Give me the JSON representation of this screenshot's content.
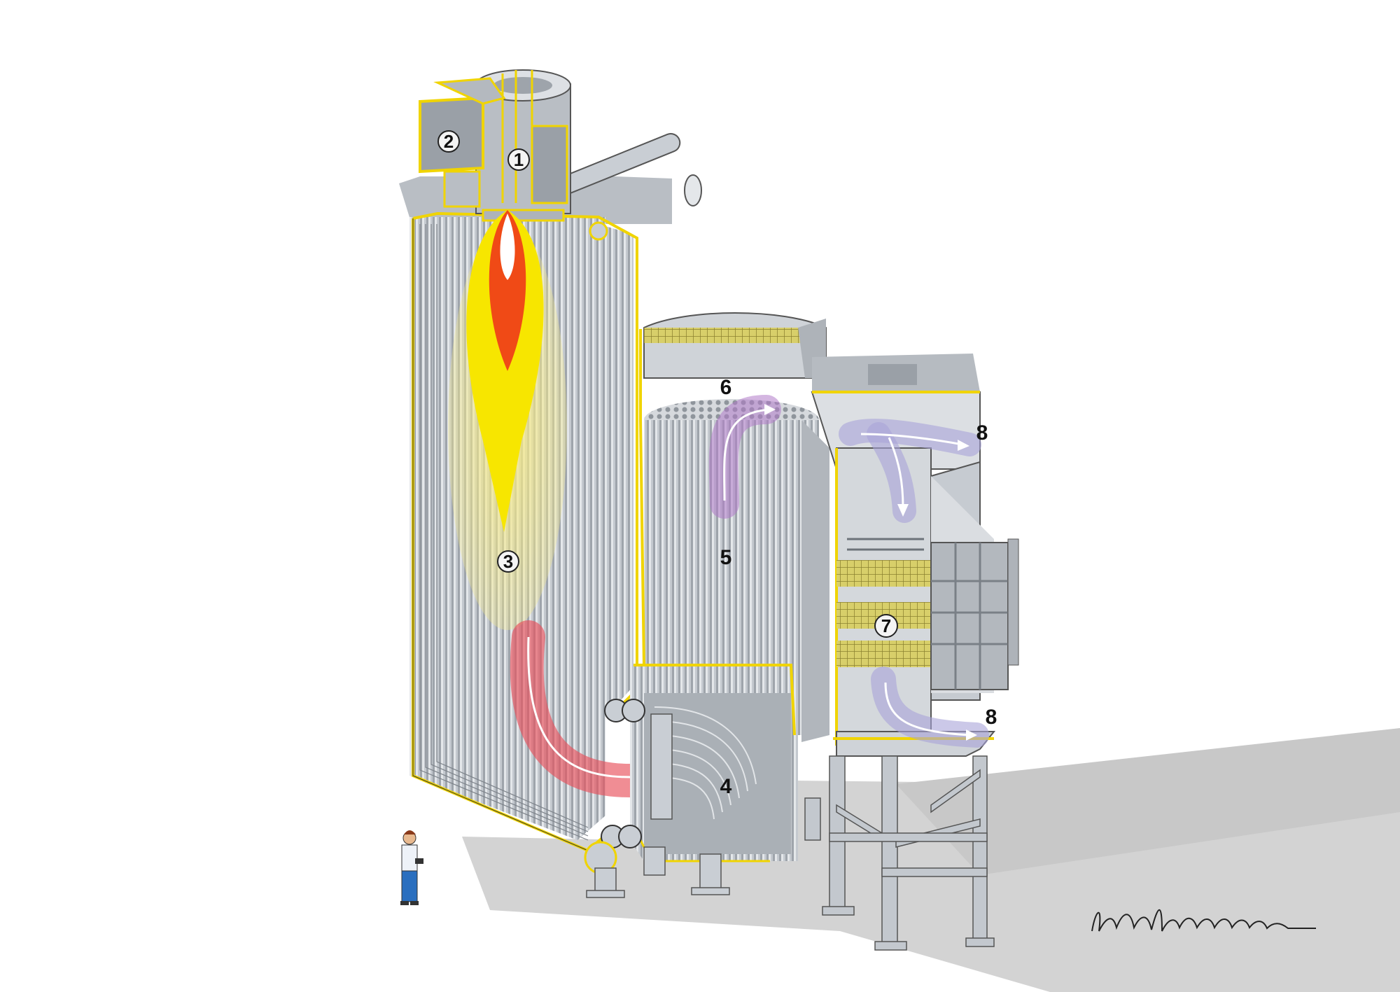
{
  "diagram": {
    "subject": "boiler-cutaway",
    "labels": [
      {
        "id": "1",
        "text": "1",
        "style": "circled"
      },
      {
        "id": "2",
        "text": "2",
        "style": "circled"
      },
      {
        "id": "3",
        "text": "3",
        "style": "circled"
      },
      {
        "id": "4",
        "text": "4",
        "style": "plain"
      },
      {
        "id": "5",
        "text": "5",
        "style": "plain"
      },
      {
        "id": "6",
        "text": "6",
        "style": "plain"
      },
      {
        "id": "7",
        "text": "7",
        "style": "circled"
      },
      {
        "id": "8a",
        "text": "8",
        "style": "plain"
      },
      {
        "id": "8b",
        "text": "8",
        "style": "plain"
      }
    ],
    "signature": "Heikki Lindholm"
  },
  "colors": {
    "steel": "#c9ced4",
    "steel_dark": "#8f959c",
    "tube": "#b9bec5",
    "highlight": "#f0d400",
    "flame_yellow": "#f7e600",
    "flame_orange": "#f04a16",
    "flame_halo": "#f4e98a",
    "gas_red": "#e8505a",
    "gas_purple": "#b07ac8",
    "gas_lavender": "#a9a3d8",
    "shadow": "#d6d6d6"
  }
}
